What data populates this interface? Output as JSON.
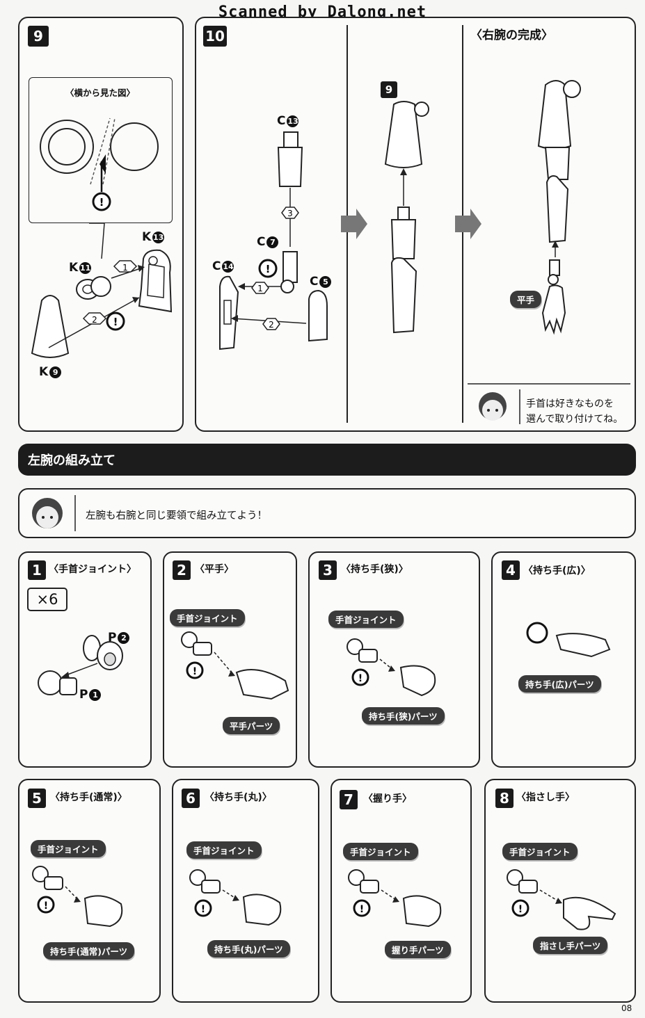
{
  "watermark": "Scanned by Dalong.net",
  "step9": {
    "number": "9",
    "side_view_title": "〈横から見た図〉",
    "labels": {
      "k13": "K",
      "k13n": "13",
      "k11": "K",
      "k11n": "11",
      "k9": "K",
      "k9n": "9"
    }
  },
  "step10": {
    "number": "10",
    "labels": {
      "c13": "C",
      "c13n": "13",
      "c7": "C",
      "c7n": "7",
      "c14": "C",
      "c14n": "14",
      "c5": "C",
      "c5n": "5"
    },
    "assembled_ref": "9"
  },
  "complete": {
    "title": "〈右腕の完成〉",
    "hand_tag": "平手",
    "note_line1": "手首は好きなものを",
    "note_line2": "選んで取り付けてね。"
  },
  "section": {
    "title": "左腕の組み立て",
    "note": "左腕も右腕と同じ要領で組み立てよう！"
  },
  "steps": [
    {
      "n": "1",
      "title": "〈手首ジョイント〉",
      "qty": "×6",
      "p2": "P",
      "p2n": "2",
      "p1": "P",
      "p1n": "1"
    },
    {
      "n": "2",
      "title": "〈平手〉",
      "tag": "手首ジョイント",
      "part": "平手パーツ"
    },
    {
      "n": "3",
      "title": "〈持ち手(狭)〉",
      "tag": "手首ジョイント",
      "part": "持ち手(狭)パーツ"
    },
    {
      "n": "4",
      "title": "〈持ち手(広)〉",
      "part": "持ち手(広)パーツ"
    },
    {
      "n": "5",
      "title": "〈持ち手(通常)〉",
      "tag": "手首ジョイント",
      "part": "持ち手(通常)パーツ"
    },
    {
      "n": "6",
      "title": "〈持ち手(丸)〉",
      "tag": "手首ジョイント",
      "part": "持ち手(丸)パーツ"
    },
    {
      "n": "7",
      "title": "〈握り手〉",
      "tag": "手首ジョイント",
      "part": "握り手パーツ"
    },
    {
      "n": "8",
      "title": "〈指さし手〉",
      "tag": "手首ジョイント",
      "part": "指さし手パーツ"
    }
  ],
  "page_number": "08"
}
